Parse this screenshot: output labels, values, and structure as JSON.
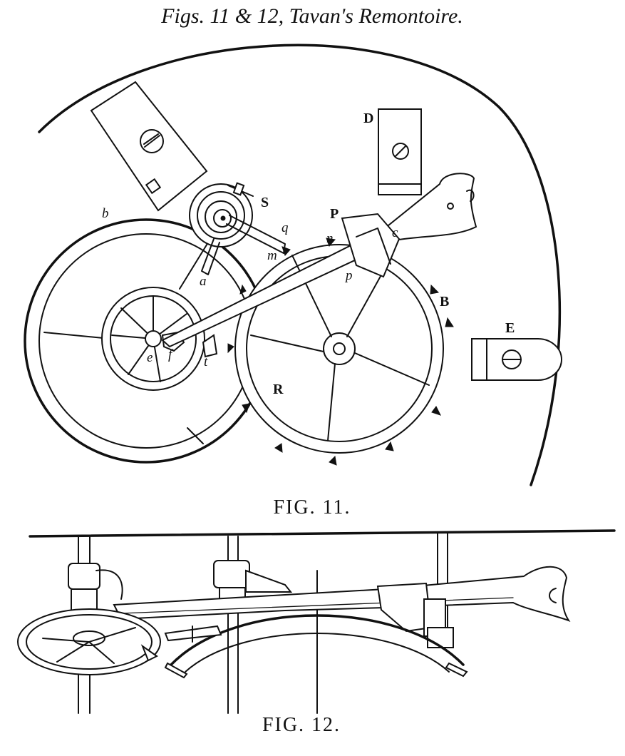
{
  "title": "Figs. 11 & 12, Tavan's Remontoire.",
  "fig11": {
    "caption": "FIG. 11.",
    "labels": {
      "b": "b",
      "S": "S",
      "D": "D",
      "P": "P",
      "q": "q",
      "n": "n",
      "m": "m",
      "a": "a",
      "p": "p",
      "c": "c",
      "B": "B",
      "E": "E",
      "R": "R",
      "e": "e",
      "f": "f",
      "t": "t"
    }
  },
  "fig12": {
    "caption": "FIG. 12."
  }
}
